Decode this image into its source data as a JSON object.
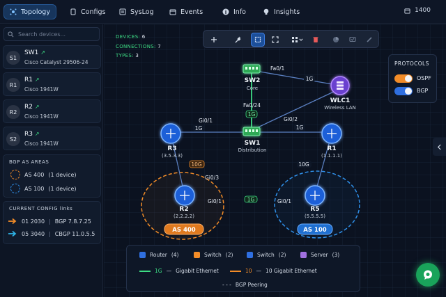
{
  "nav": {
    "tabs": [
      {
        "label": "Topology"
      },
      {
        "label": "Configs"
      },
      {
        "label": "SysLog"
      },
      {
        "label": "Events"
      },
      {
        "label": "Info"
      },
      {
        "label": "Insights"
      }
    ],
    "counter": "1400"
  },
  "sidebar": {
    "search_placeholder": "Search devices...",
    "devices": [
      {
        "avatar": "S1",
        "name": "SW1",
        "model": "Cisco Catalyst 29506-24"
      },
      {
        "avatar": "R1",
        "name": "R1",
        "model": "Cisco 1941W"
      },
      {
        "avatar": "R2",
        "name": "R2",
        "model": "Cisco 1941W"
      },
      {
        "avatar": "S2",
        "name": "R3",
        "model": "Cisco 1941W"
      }
    ],
    "bgp": {
      "title": "BGP AS AREAS",
      "areas": [
        {
          "label": "AS 400",
          "count": "(1 device)",
          "color": "#f28c28"
        },
        {
          "label": "AS 100",
          "count": "(1 device)",
          "color": "#2f8fe8"
        }
      ]
    },
    "config": {
      "title": "CURRENT CONFIG links",
      "rows": [
        {
          "id": "01 2030",
          "sep": "|",
          "desc": "BGP 7.8.7.25",
          "color": "#f28c28"
        },
        {
          "id": "05 3040",
          "sep": "|",
          "desc": "CBGP 11.0.5.5",
          "color": "#2fb4e8"
        }
      ]
    }
  },
  "stats": {
    "devices_label": "DEVICES:",
    "devices": "6",
    "connections_label": "CONNECTIONS:",
    "connections": "7",
    "types_label": "TYPES:",
    "types": "3"
  },
  "protocols": {
    "title": "PROTOCOLS",
    "items": [
      {
        "label": "OSPF",
        "color": "#f28c28"
      },
      {
        "label": "BGP",
        "color": "#2f6fe0"
      }
    ]
  },
  "topology": {
    "nodes": {
      "SW2": {
        "name": "SW2",
        "sub": "Core"
      },
      "WLC1": {
        "name": "WLC1",
        "sub": "Wireless LAN"
      },
      "SW1": {
        "name": "SW1",
        "sub": "Distribution"
      },
      "R3": {
        "name": "R3",
        "sub": "(3.5.3.3)"
      },
      "R1": {
        "name": "R1",
        "sub": "(1.1.1.1)"
      },
      "R2": {
        "name": "R2",
        "sub": "(2.2.2.2)"
      },
      "R5": {
        "name": "R5",
        "sub": "(5.5.5.5)"
      }
    },
    "ports": {
      "sw2_fa01": "Fa0/1",
      "sw2_wlc_speed": "1G",
      "sw1_fa024": "Fa0/24",
      "sw1_sw2_speed": "1G",
      "r3_gi01": "Gi0/1",
      "r3_sw1_speed": "1G",
      "sw1_gi02": "Gi0/2",
      "r1_sw1_speed": "1G",
      "r3_r2_speed": "10G",
      "r2_gi03": "Gi0/3",
      "r1_r5_speed": "10G",
      "r2_gi01": "Gi0/1",
      "r2_r5_speed": "1G",
      "r5_gi01": "Gi0/1"
    },
    "as_areas": {
      "as400": "AS 400",
      "as100": "AS 100"
    }
  },
  "legend": {
    "types": [
      {
        "label": "Router",
        "count": "(4)",
        "color": "#2f6fe0"
      },
      {
        "label": "Switch",
        "count": "(2)",
        "color": "#f28c28"
      },
      {
        "label": "Switch",
        "count": "(2)",
        "color": "#2f6fe0"
      },
      {
        "label": "Server",
        "count": "(3)",
        "color": "#a070e0"
      }
    ],
    "links": [
      {
        "tag": "1G",
        "dash": "—",
        "label": "Gigabit Ethernet",
        "color": "#3ddc84"
      },
      {
        "tag": "10",
        "dash": "—",
        "label": "10 Gigabit Ethernet",
        "color": "#f28c28"
      }
    ],
    "peering": {
      "dash": "- - -",
      "label": "BGP Peering"
    }
  }
}
